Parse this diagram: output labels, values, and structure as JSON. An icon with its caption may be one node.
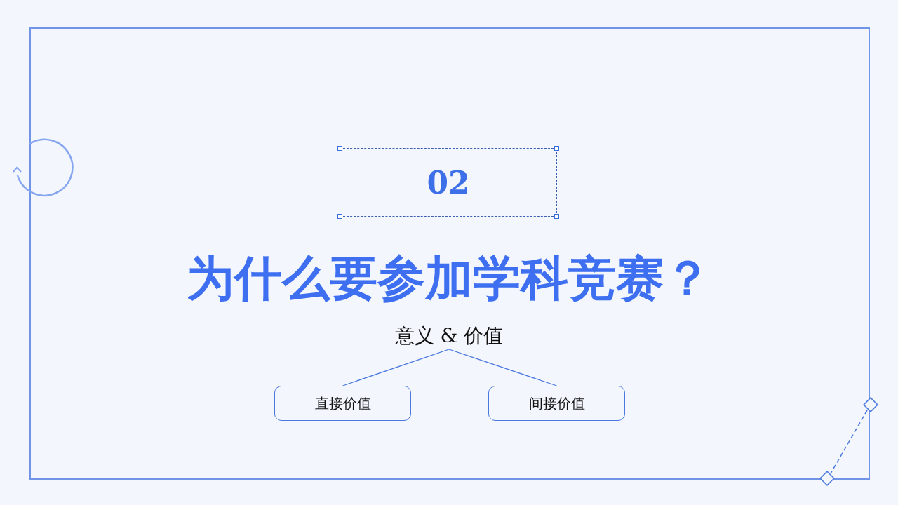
{
  "diagram": {
    "title": "为什么要参加学科竞赛？",
    "nodes": [
      {
        "text": [
          "02"
        ]
      },
      {
        "text": [
          "意义 & 价值"
        ]
      },
      {
        "text": [
          "直接价值"
        ]
      },
      {
        "text": [
          "间接价值"
        ]
      }
    ],
    "edges": [
      {
        "from": 1,
        "to": 2,
        "arrow": "none"
      },
      {
        "from": 1,
        "to": 3,
        "arrow": "none"
      }
    ]
  }
}
